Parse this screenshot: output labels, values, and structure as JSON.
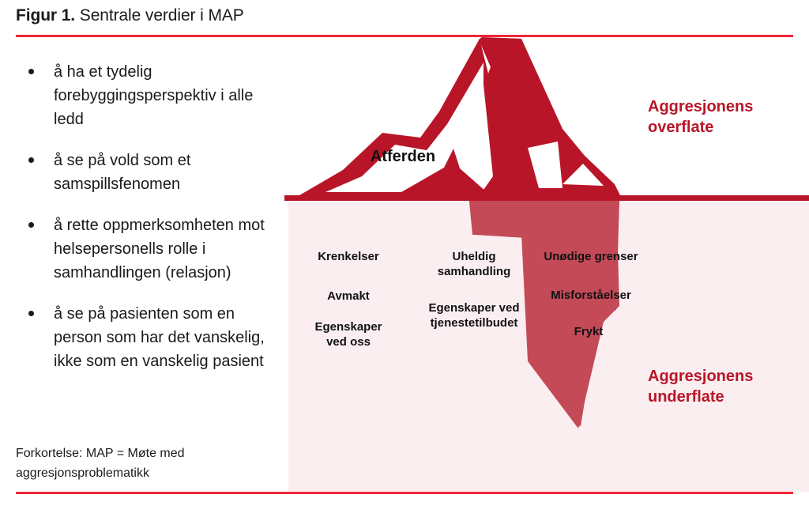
{
  "figure": {
    "number": "Figur 1.",
    "caption": " Sentrale verdier i MAP"
  },
  "bullets": [
    "å ha et tydelig\nforebyggingsperspektiv\ni alle ledd",
    "å se på vold som et\nsamspillsfenomen",
    "å rette oppmerksomheten\nmot helsepersonells rolle\ni samhandlingen (relasjon)",
    "å se på pasienten som\nen person som har det\nvanskelig, ikke som en\nvanskelig pasient"
  ],
  "footnote": "Forkortelse: MAP = Møte med aggresjonsproblematikk",
  "diagram": {
    "behaviour_label": "Atferden",
    "surface_label": "Aggresjonens\noverflate",
    "subsurface_label": "Aggresjonens\nunderflate",
    "underwater_labels": {
      "krenkelser": "Krenkelser",
      "avmakt": "Avmakt",
      "egenskaper_ved_oss": "Egenskaper\nved oss",
      "uheldig_samhandling": "Uheldig\nsamhandling",
      "egenskaper_ved_tjenestetilbudet": "Egenskaper ved\ntjenestetilbudet",
      "unodige_grenser": "Unødige grenser",
      "misforstaelser": "Misforståelser",
      "frykt": "Frykt"
    }
  },
  "colors": {
    "rule_red": "#ee2737",
    "dark_red": "#b91528",
    "iceberg_submerged": "#c44a58",
    "water_panel": "#fbeef0",
    "text_black": "#1a1a1a"
  }
}
